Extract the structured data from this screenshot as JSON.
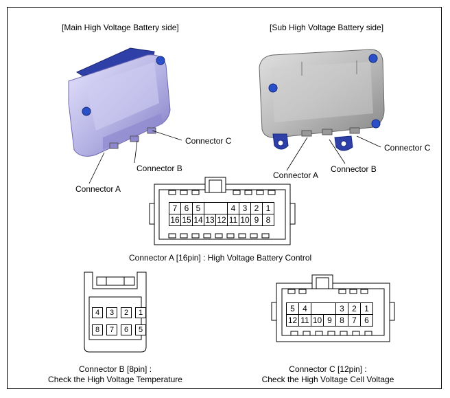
{
  "labels": {
    "main_side": "[Main High Voltage Battery  side]",
    "sub_side": "[Sub High Voltage Battery  side]",
    "main_conn_a": "Connector A",
    "main_conn_b": "Connector B",
    "main_conn_c": "Connector C",
    "sub_conn_a": "Connector A",
    "sub_conn_b": "Connector B",
    "sub_conn_c": "Connector C",
    "conn_a_caption": "Connector A [16pin] : High Voltage Battery Control",
    "conn_b_caption_1": "Connector B [8pin] :",
    "conn_b_caption_2": "Check the High Voltage Temperature",
    "conn_c_caption_1": "Connector C [12pin] :",
    "conn_c_caption_2": "Check the High Voltage Cell Voltage"
  },
  "connector_a": {
    "rows": [
      [
        "7",
        "6",
        "5",
        "",
        "",
        "4",
        "3",
        "2",
        "1"
      ],
      [
        "16",
        "15",
        "14",
        "13",
        "12",
        "11",
        "10",
        "9",
        "8"
      ]
    ]
  },
  "connector_b": {
    "rows": [
      [
        "4",
        "3",
        "2",
        "1"
      ],
      [
        "8",
        "7",
        "6",
        "5"
      ]
    ]
  },
  "connector_c": {
    "rows": [
      [
        "5",
        "4",
        "",
        "",
        "3",
        "2",
        "1"
      ],
      [
        "12",
        "11",
        "10",
        "9",
        "8",
        "7",
        "6"
      ]
    ]
  },
  "colors": {
    "main_body": "#b9b6e6",
    "main_shadow": "#8e89cf",
    "sub_body": "#bdbdbd",
    "sub_shadow": "#8f8f8f",
    "bolt_blue": "#2b4fc7",
    "bracket_blue": "#2f3fa8"
  }
}
